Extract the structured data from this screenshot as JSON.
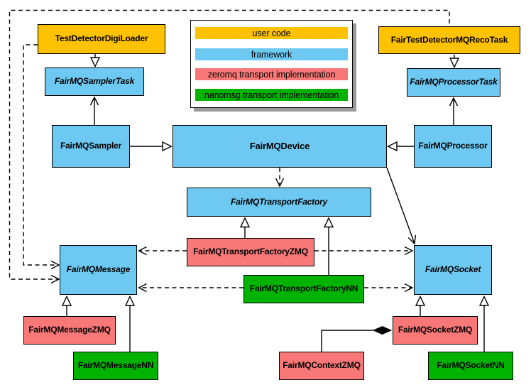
{
  "palette": {
    "user_code": "#ffc200",
    "framework": "#6ec9f2",
    "zeromq": "#f87878",
    "nanomsg": "#00b300"
  },
  "legend": {
    "items": [
      {
        "label": "user code",
        "type": "user_code"
      },
      {
        "label": "framework",
        "type": "framework"
      },
      {
        "label": "zeromq transport implementation",
        "type": "zeromq"
      },
      {
        "label": "nanomsg transport implementation",
        "type": "nanomsg"
      }
    ]
  },
  "nodes": {
    "digi_loader": {
      "label": "TestDetectorDigiLoader",
      "type": "user_code",
      "abstract": false
    },
    "sampler_task": {
      "label": "FairMQSamplerTask",
      "type": "framework",
      "abstract": true
    },
    "sampler": {
      "label": "FairMQSampler",
      "type": "framework",
      "abstract": false
    },
    "device": {
      "label": "FairMQDevice",
      "type": "framework",
      "abstract": false
    },
    "reco_task": {
      "label": "FairTestDetectorMQRecoTask",
      "type": "user_code",
      "abstract": false
    },
    "processor_task": {
      "label": "FairMQProcessorTask",
      "type": "framework",
      "abstract": true
    },
    "processor": {
      "label": "FairMQProcessor",
      "type": "framework",
      "abstract": false
    },
    "transport_factory": {
      "label": "FairMQTransportFactory",
      "type": "framework",
      "abstract": true
    },
    "transport_factory_zmq": {
      "label": "FairMQTransportFactoryZMQ",
      "type": "zeromq",
      "abstract": false
    },
    "transport_factory_nn": {
      "label": "FairMQTransportFactoryNN",
      "type": "nanomsg",
      "abstract": false
    },
    "message": {
      "label": "FairMQMessage",
      "type": "framework",
      "abstract": true
    },
    "socket": {
      "label": "FairMQSocket",
      "type": "framework",
      "abstract": true
    },
    "message_zmq": {
      "label": "FairMQMessageZMQ",
      "type": "zeromq",
      "abstract": false
    },
    "message_nn": {
      "label": "FairMQMessageNN",
      "type": "nanomsg",
      "abstract": false
    },
    "socket_zmq": {
      "label": "FairMQSocketZMQ",
      "type": "zeromq",
      "abstract": false
    },
    "socket_nn": {
      "label": "FairMQSocketNN",
      "type": "nanomsg",
      "abstract": false
    },
    "context_zmq": {
      "label": "FairMQContextZMQ",
      "type": "zeromq",
      "abstract": false
    }
  }
}
